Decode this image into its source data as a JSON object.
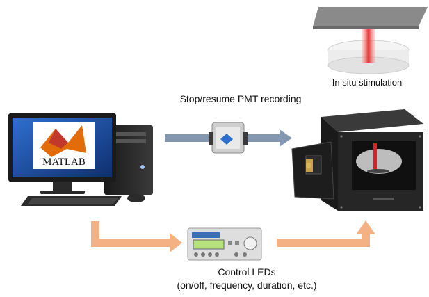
{
  "labels": {
    "in_situ_stimulation": "In situ stimulation",
    "stop_resume_pmt": "Stop/resume PMT recording",
    "control_leds": "Control LEDs",
    "control_leds_detail": "(on/off, frequency, duration, etc.)"
  },
  "monitor_logo_text": "MATLAB",
  "nodes": {
    "computer": "computer-with-matlab",
    "daq": "usb-daq-device",
    "led_controller": "led-function-generator",
    "dark_box": "pmt-dark-box",
    "stimulation": "in-situ-stimulation-dish"
  },
  "colors": {
    "daq_arrow": "#8497b0",
    "led_arrow": "#f4b183",
    "monitor_screen": "#1f4e9c",
    "box": "#262626",
    "laser": "#e02020"
  }
}
